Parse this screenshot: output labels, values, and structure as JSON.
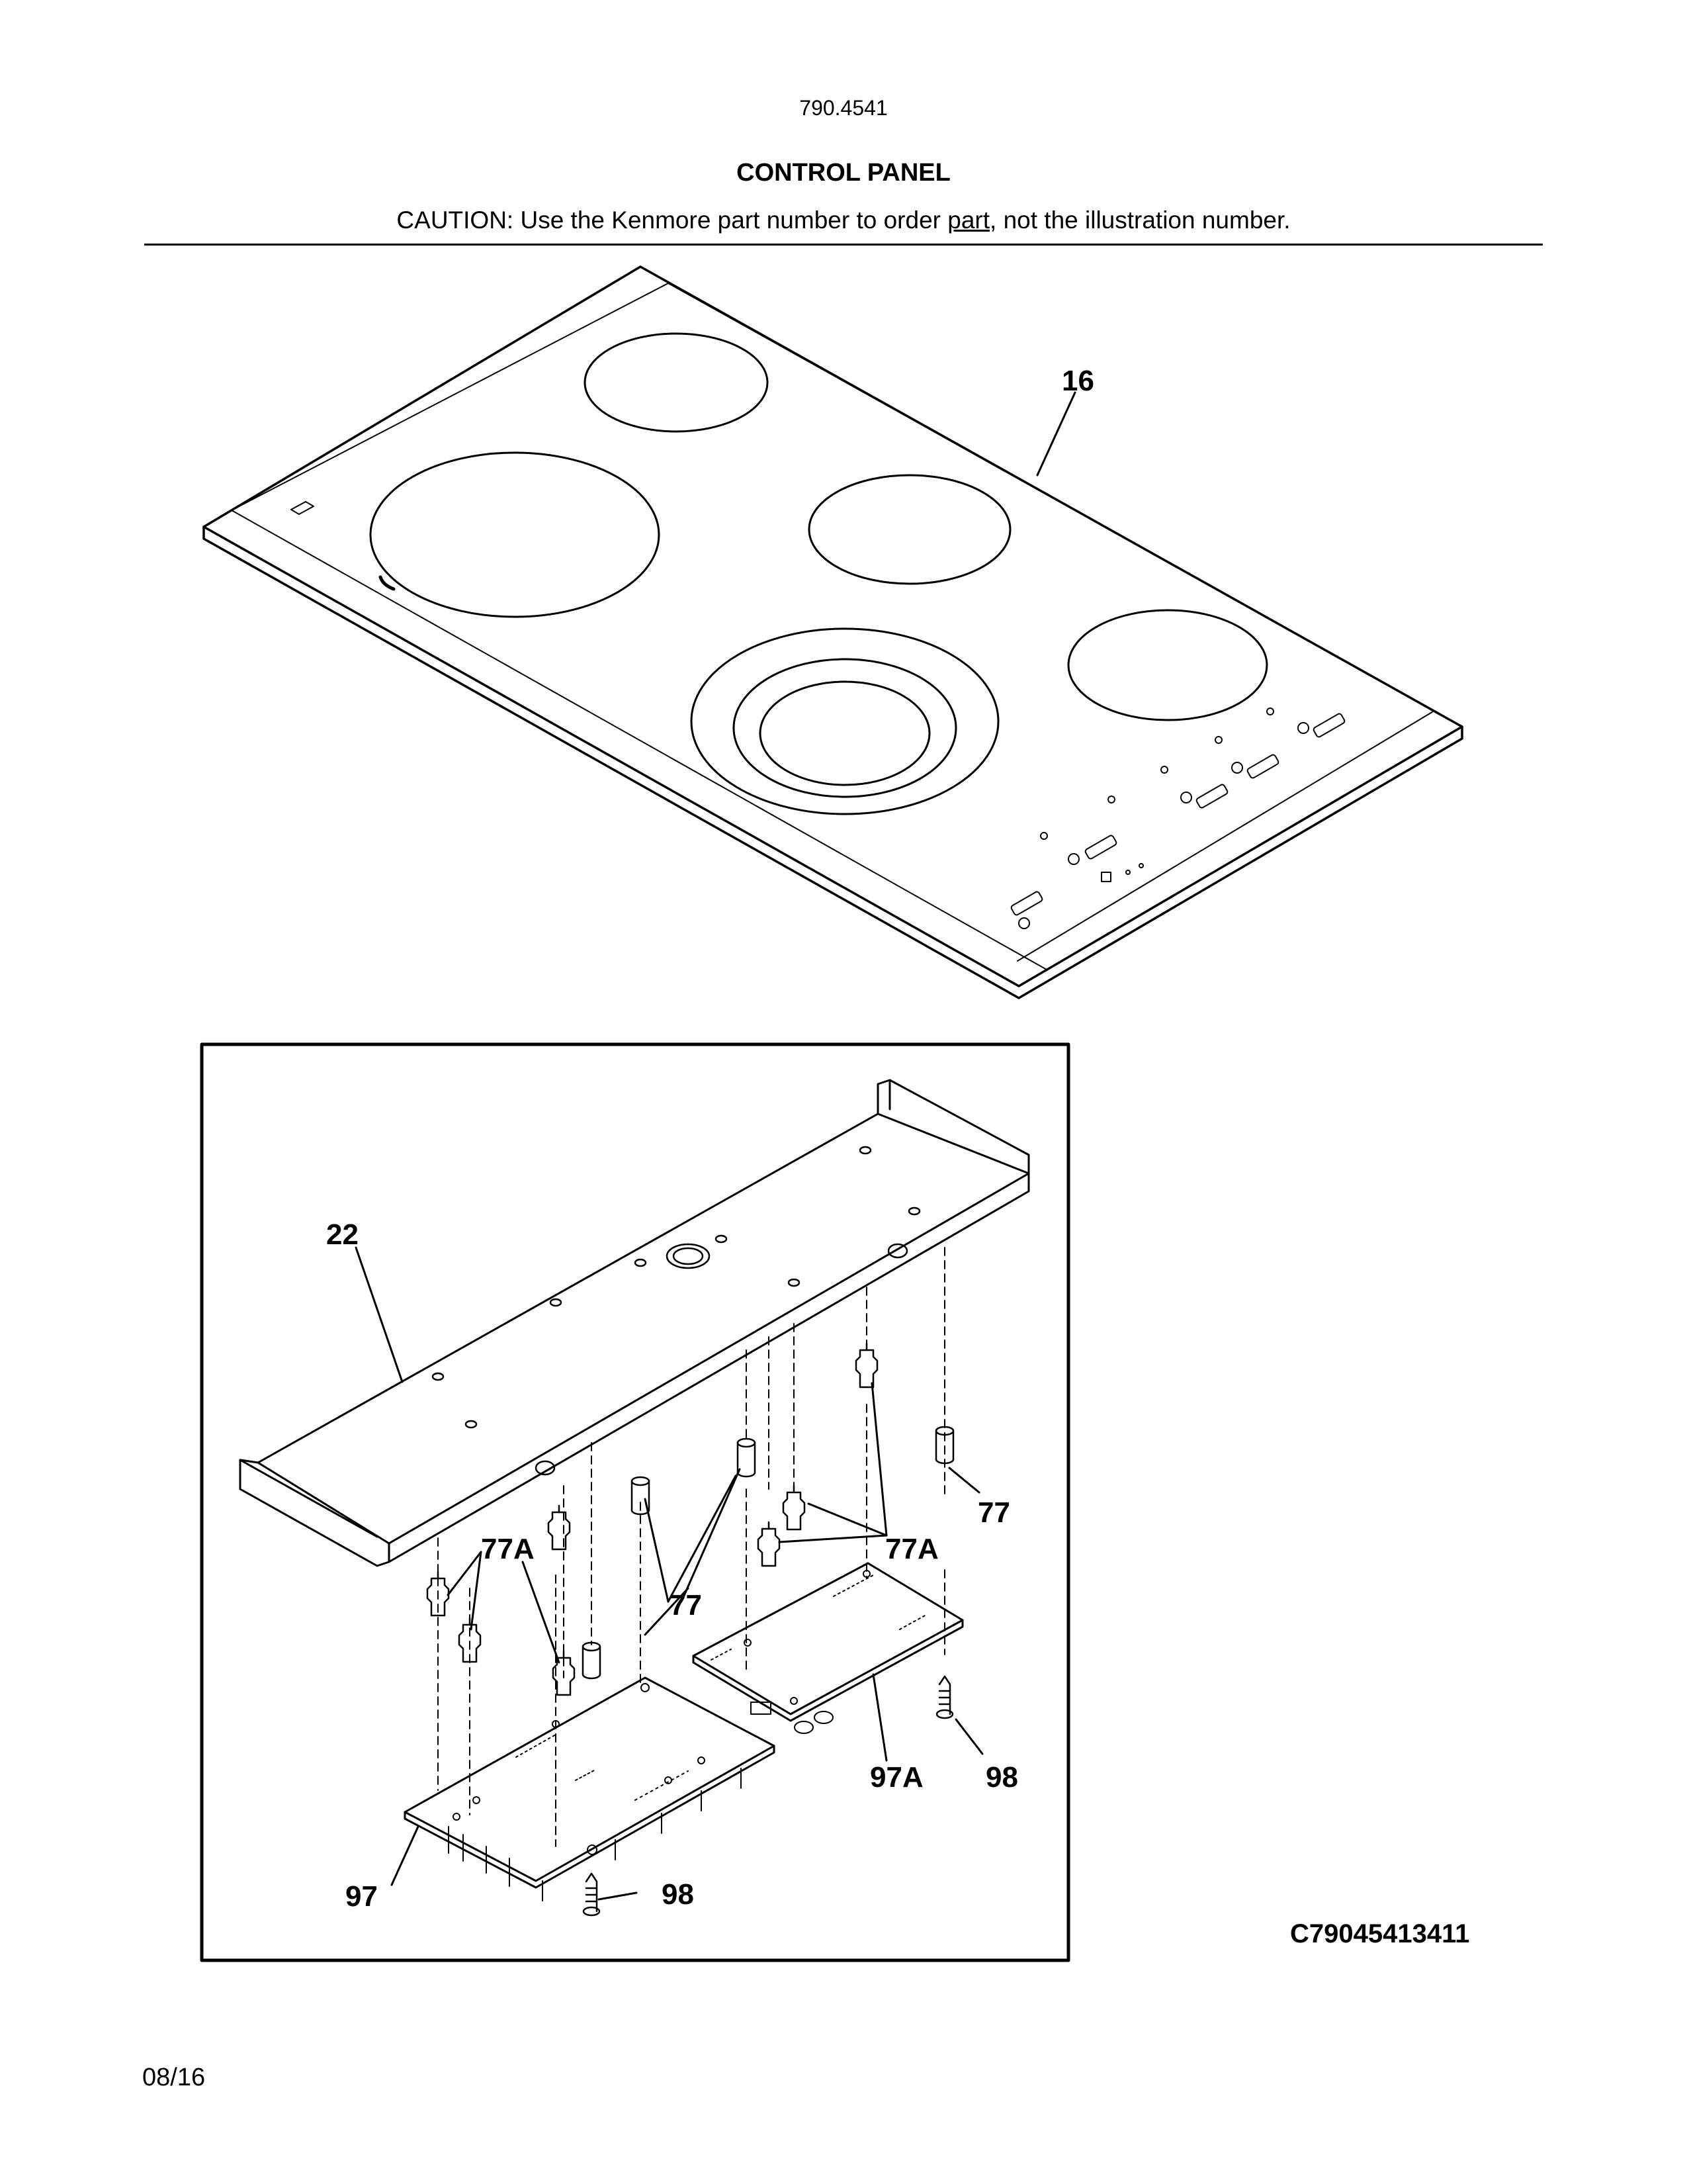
{
  "header": {
    "model_number": "790.4541",
    "title": "CONTROL PANEL",
    "caution_before": "CAUTION: Use the Kenmore part number to order ",
    "caution_link": "part",
    "caution_after": ", not the illustration number."
  },
  "callouts": {
    "glass_top": "16",
    "control_housing": "22",
    "spacer_right": "77",
    "spacer_group": "77",
    "clip_group_left": "77A",
    "clip_group_right": "77A",
    "main_board": "97",
    "aux_board": "97A",
    "screw_right": "98",
    "screw_bottom": "98"
  },
  "footer": {
    "diagram_code": "C79045413411",
    "date": "08/16"
  }
}
